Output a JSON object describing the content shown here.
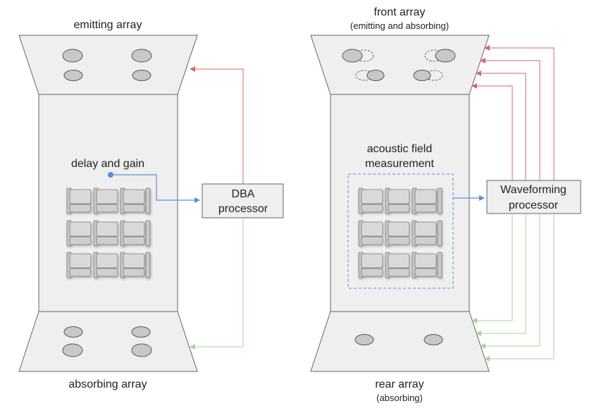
{
  "left_diagram": {
    "top_label": "emitting array",
    "bottom_label": "absorbing array",
    "room_label": "delay and gain",
    "processor_line1": "DBA",
    "processor_line2": "processor"
  },
  "right_diagram": {
    "top_label": "front array",
    "top_sublabel": "(emitting and absorbing)",
    "bottom_label": "rear array",
    "bottom_sublabel": "(absorbing)",
    "room_label_line1": "acoustic field",
    "room_label_line2": "measurement",
    "processor_line1": "Waveforming",
    "processor_line2": "processor"
  },
  "colors": {
    "panel_fill": "#efefef",
    "panel_stroke": "#666666",
    "speaker_fill": "#c8c8c8",
    "seat_fill": "#d6d6d6",
    "red_line": "#d46a6a",
    "green_line": "#a9d39a",
    "blue_line": "#5b8fd9"
  }
}
